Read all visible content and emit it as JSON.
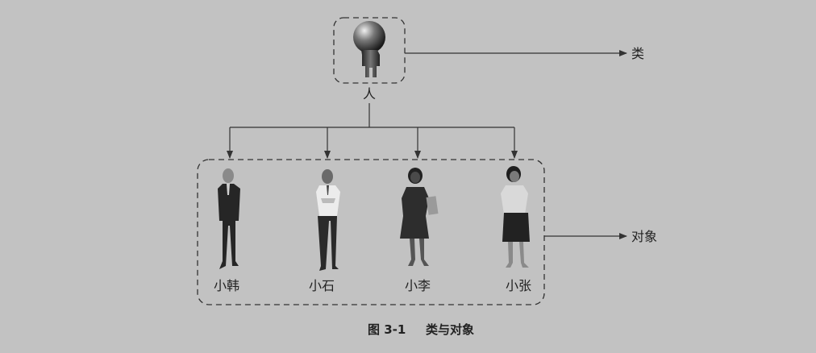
{
  "class_node": {
    "label": "人"
  },
  "objects": [
    {
      "label": "小韩"
    },
    {
      "label": "小石"
    },
    {
      "label": "小李"
    },
    {
      "label": "小张"
    }
  ],
  "annotations": {
    "class_label": "类",
    "object_label": "对象"
  },
  "caption": {
    "number": "图 3-1",
    "title": "类与对象"
  }
}
